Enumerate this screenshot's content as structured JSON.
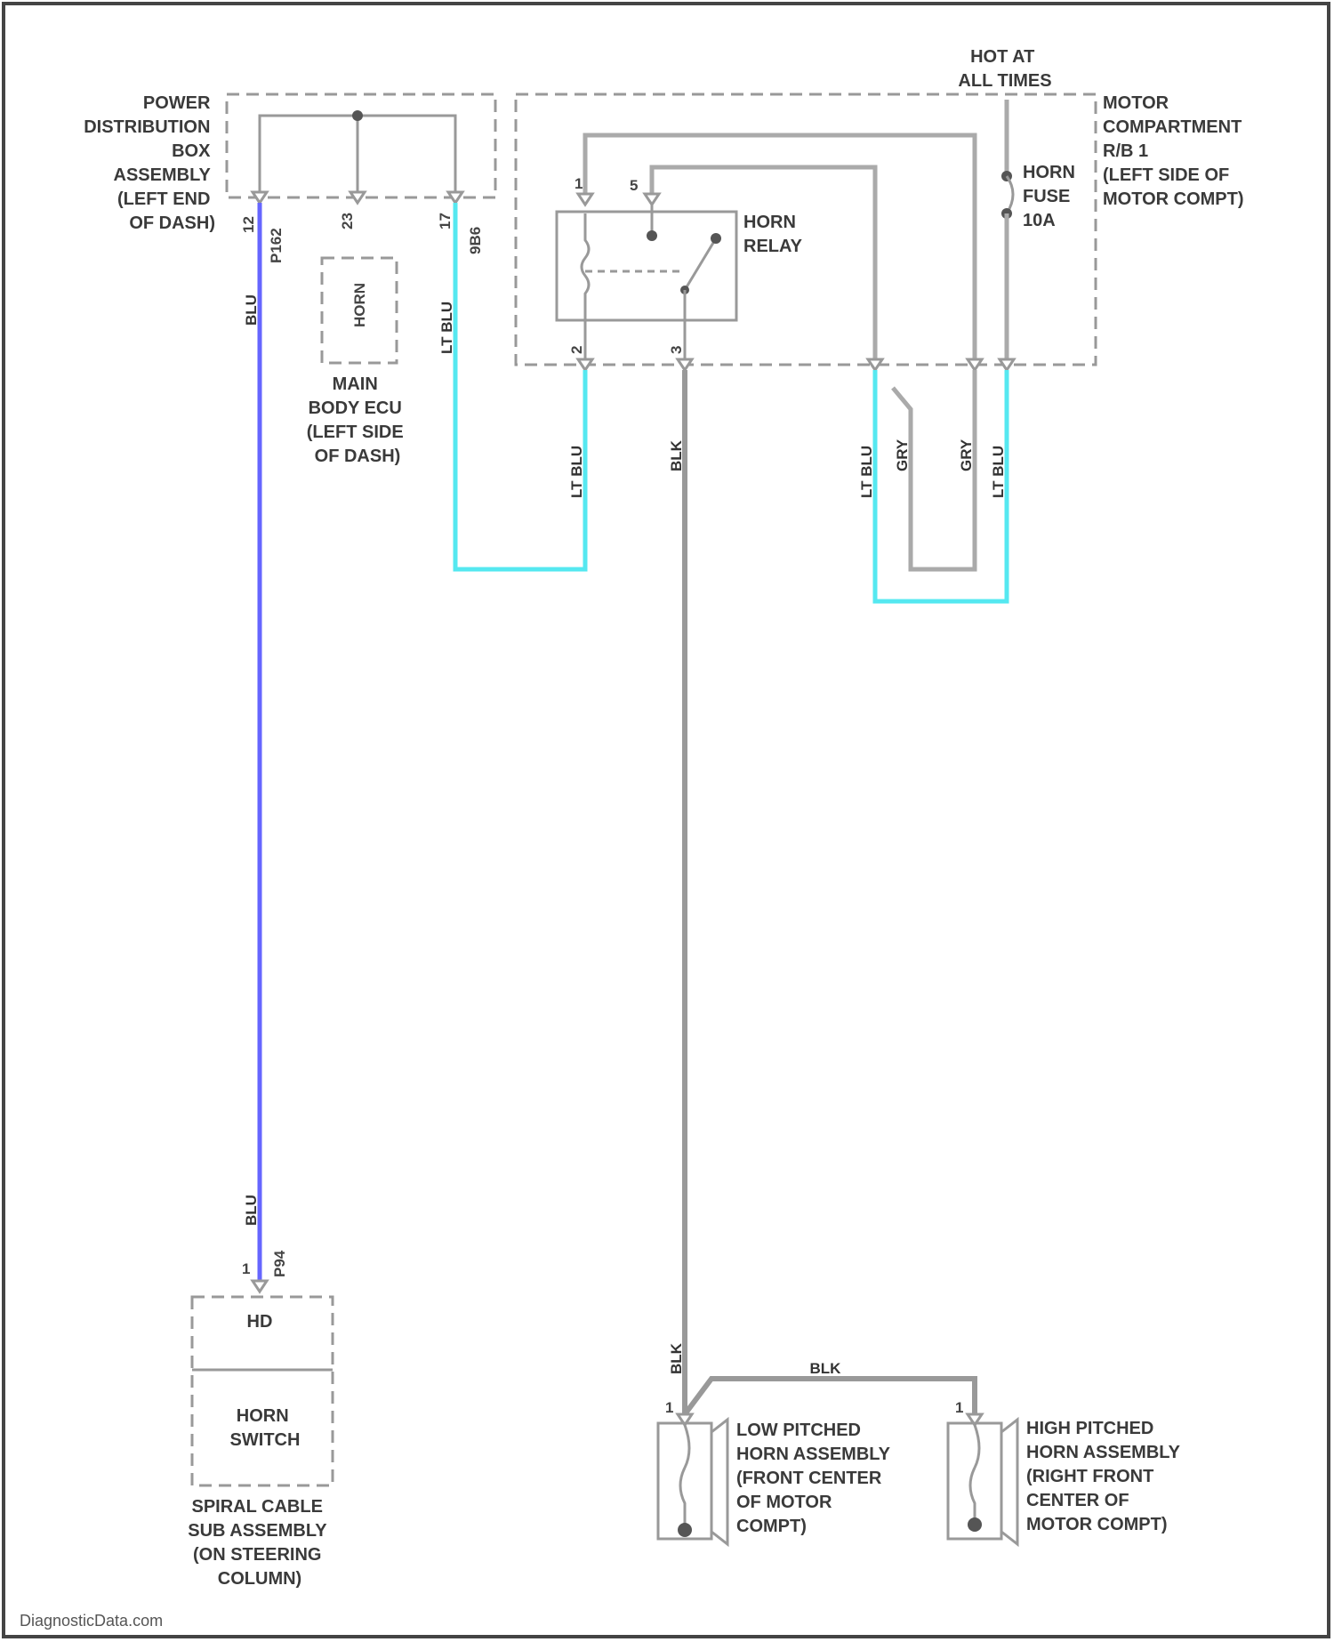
{
  "components": {
    "power_distribution_box": [
      "POWER",
      "DISTRIBUTION",
      "BOX",
      "ASSEMBLY",
      "(LEFT END",
      "OF DASH)"
    ],
    "main_body_ecu": [
      "MAIN",
      "BODY ECU",
      "(LEFT SIDE",
      "OF DASH)"
    ],
    "hot_at_all_times": [
      "HOT AT",
      "ALL TIMES"
    ],
    "motor_compartment_rb": [
      "MOTOR",
      "COMPARTMENT",
      "R/B 1",
      "(LEFT SIDE OF",
      "MOTOR COMPT)"
    ],
    "horn_relay": [
      "HORN",
      "RELAY"
    ],
    "horn_fuse": [
      "HORN",
      "FUSE",
      "10A"
    ],
    "horn_ecu_label": "HORN",
    "hd_label": "HD",
    "horn_switch": [
      "HORN",
      "SWITCH"
    ],
    "spiral_cable": [
      "SPIRAL CABLE",
      "SUB ASSEMBLY",
      "(ON STEERING",
      "COLUMN)"
    ],
    "low_horn": [
      "LOW PITCHED",
      "HORN ASSEMBLY",
      "(FRONT CENTER",
      "OF MOTOR",
      "COMPT)"
    ],
    "high_horn": [
      "HIGH PITCHED",
      "HORN ASSEMBLY",
      "(RIGHT FRONT",
      "CENTER OF",
      "MOTOR COMPT)"
    ]
  },
  "pins": {
    "pdb_left_pin": "12",
    "pdb_left_conn": "P162",
    "pdb_mid_pin": "23",
    "pdb_right_pin": "17",
    "pdb_right_conn": "9B6",
    "relay_p1": "1",
    "relay_p5": "5",
    "relay_p2": "2",
    "relay_p3": "3",
    "switch_pin": "1",
    "switch_conn": "P94",
    "horn_low_pin": "1",
    "horn_high_pin": "1"
  },
  "wires": {
    "blu_top": "BLU",
    "blu_bottom": "BLU",
    "ltblu_left": "LT BLU",
    "ltblu_relay": "LT BLU",
    "blk_main": "BLK",
    "ltblu_r1": "LT BLU",
    "gry_1": "GRY",
    "gry_2": "GRY",
    "ltblu_r2": "LT BLU",
    "blk_horn": "BLK",
    "blk_horizontal": "BLK"
  },
  "footer": "DiagnosticData.com"
}
